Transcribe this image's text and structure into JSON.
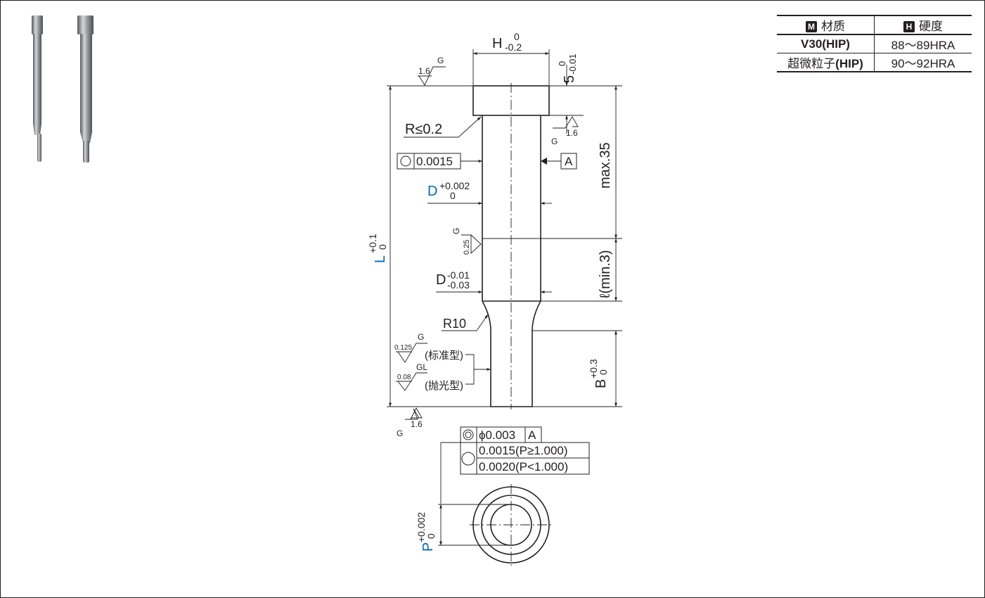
{
  "spec_table": {
    "material_badge": "M",
    "material_header": "材质",
    "hardness_badge": "H",
    "hardness_header": "硬度",
    "rows": [
      {
        "material_main": "V30",
        "material_suffix": "(HIP)",
        "hardness": "88～89HRA"
      },
      {
        "material_prefix": "超微粒子",
        "material_main": "(HIP)",
        "hardness": "90～92HRA"
      }
    ]
  },
  "product_photos": [
    "pin-photo-1",
    "pin-photo-2"
  ],
  "drawing": {
    "dim_H": {
      "letter": "H",
      "tol_upper": "0",
      "tol_lower": "-0.2"
    },
    "dim_head": {
      "value": "5",
      "tol_upper": "0",
      "tol_lower": "-0.01"
    },
    "rough_head_top": {
      "value": "1.6",
      "grade": "G"
    },
    "rough_head_under": {
      "value": "1.6",
      "grade": "G"
    },
    "radius_head": "R≤0.2",
    "circularity": {
      "value": "0.0015",
      "datum": "A"
    },
    "dim_D_upper": {
      "letter": "D",
      "tol_upper": "+0.002",
      "tol_lower": "0"
    },
    "max_length": "max.35",
    "rough_mid": {
      "value": "0.25",
      "grade": "G"
    },
    "dim_D_lower": {
      "letter": "D",
      "tol_upper": "-0.01",
      "tol_lower": "-0.03"
    },
    "land_length": "ℓ(min.3)",
    "dim_L": {
      "letter": "L",
      "tol_upper": "+0.1",
      "tol_lower": "0"
    },
    "radius_tip": "R10",
    "rough_tip_standard": {
      "value": "0.125",
      "grade": "G",
      "label": "(标准型)"
    },
    "rough_tip_polished": {
      "value": "0.08",
      "grade": "GL",
      "label": "(抛光型)"
    },
    "dim_B": {
      "letter": "B",
      "tol_upper": "+0.3",
      "tol_lower": "0"
    },
    "rough_bottom": {
      "value": "1.6",
      "grade": "G"
    },
    "concentricity": {
      "value": "ϕ0.003",
      "datum": "A"
    },
    "circularity_tip_1": "0.0015(P≥1.000)",
    "circularity_tip_2": "0.0020(P<1.000)",
    "dim_P": {
      "letter": "P",
      "tol_upper": "+0.002",
      "tol_lower": "0"
    }
  },
  "colors": {
    "line": "#231f20",
    "accent": "#0068b7",
    "metal_dark": "#5a5d61",
    "metal_light": "#c9ccd0"
  }
}
